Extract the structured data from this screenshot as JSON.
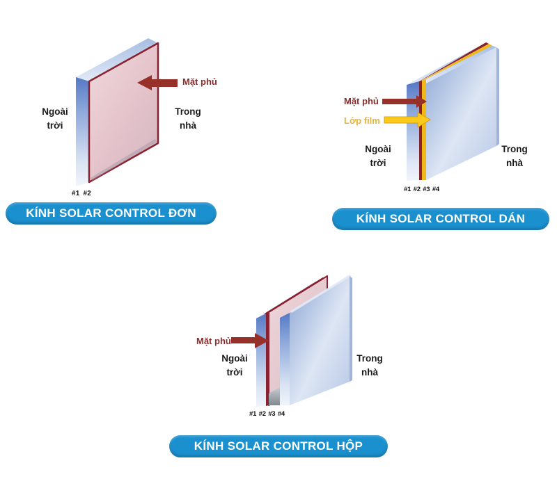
{
  "title": "Solar control glass types",
  "colors": {
    "banner_bg": "#1b90cf",
    "banner_text": "#ffffff",
    "arrow_dark_red": "#963028",
    "coating_red": "#8a2130",
    "film_yellow": "#f0b917",
    "film_arrow_yellow": "#fbca1c",
    "film_arrow_edge": "#d8a110",
    "glass_pink": "#e6c6cd",
    "glass_blue": "#9db4de",
    "label_text": "#1a1a1a"
  },
  "icons": {
    "coating_arrow_single": "arrow-left",
    "coating_arrow_laminated": "arrow-right",
    "film_arrow_laminated": "arrow-right",
    "coating_arrow_insulated": "arrow-right"
  },
  "diagrams": [
    {
      "type": "single-coated-glass",
      "banner": "KÍNH SOLAR CONTROL ĐƠN",
      "coating_label": "Mặt phủ",
      "outside_label": "Ngoài trời",
      "inside_label": "Trong nhà",
      "surface_numbers": "#1 #2"
    },
    {
      "type": "laminated-coated-glass",
      "banner": "KÍNH SOLAR CONTROL DÁN",
      "coating_label": "Mặt phủ",
      "film_label": "Lớp film",
      "outside_label": "Ngoài trời",
      "inside_label": "Trong nhà",
      "surface_numbers": "#1 #2 #3 #4"
    },
    {
      "type": "insulated-coated-glass",
      "banner": "KÍNH SOLAR CONTROL HỘP",
      "coating_label": "Mặt phủ",
      "outside_label": "Ngoài trời",
      "inside_label": "Trong nhà",
      "surface_numbers": "#1 #2 #3 #4"
    }
  ]
}
